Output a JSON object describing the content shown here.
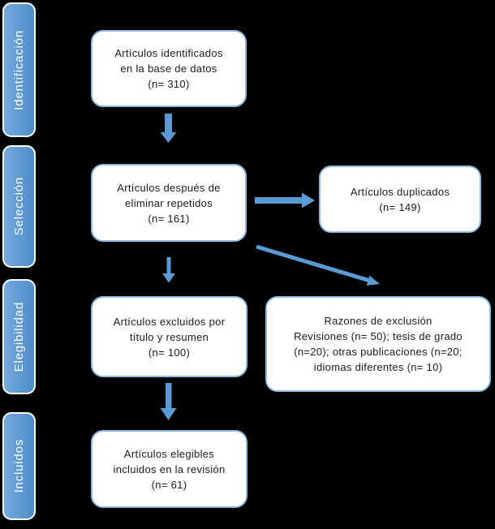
{
  "theme": {
    "background": "#000000",
    "stage_fill_start": "#74AADD",
    "stage_fill_end": "#4E8CC9",
    "stage_border": "#FFFFFF",
    "stage_text_color": "#FFFFFF",
    "box_fill": "#FFFFFF",
    "box_border": "#8FB9E2",
    "box_text_color": "#1A1A1A",
    "arrow_color": "#5B9BD5"
  },
  "stages": [
    {
      "label": "Identificación"
    },
    {
      "label": "Selección"
    },
    {
      "label": "Elegibilidad"
    },
    {
      "label": "Incluidos"
    }
  ],
  "boxes": {
    "identified": {
      "text": "Artículos identificados\nen la base de datos\n(n= 310)"
    },
    "deduplicated": {
      "text": "Artículos después de\neliminar repetidos\n(n= 161)"
    },
    "duplicates": {
      "text": "Artículos duplicados\n(n= 149)"
    },
    "excluded_title_abstract": {
      "text": "Artículos excluidos por\ntítulo y resumen\n(n= 100)"
    },
    "exclusion_reasons": {
      "text": "Razones de exclusión\nRevisiones (n= 50); tesis de grado\n(n=20); otras publicaciones (n=20;\nidiomas diferentes (n= 10)"
    },
    "eligible_included": {
      "text": "Artículos elegibles\nincluidos en la revisión\n(n= 61)"
    }
  },
  "arrows": [
    {
      "from": "identified",
      "to": "deduplicated",
      "direction": "down"
    },
    {
      "from": "deduplicated",
      "to": "duplicates",
      "direction": "right"
    },
    {
      "from": "deduplicated",
      "to": "excluded_title_abstract",
      "direction": "down"
    },
    {
      "from": "deduplicated",
      "to": "exclusion_reasons",
      "direction": "diagonal-down-right"
    },
    {
      "from": "excluded_title_abstract",
      "to": "eligible_included",
      "direction": "down"
    }
  ]
}
